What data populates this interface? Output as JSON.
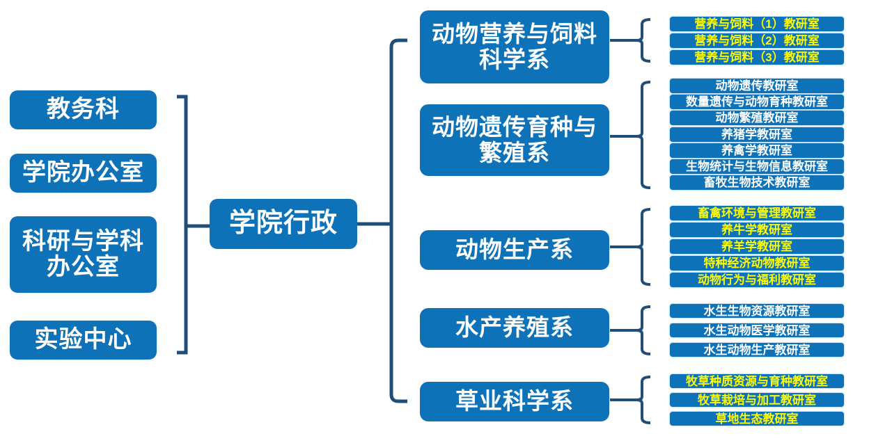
{
  "colors": {
    "box_blue": "#0E72B9",
    "connector_navy": "#1F4E79",
    "office_text_yellow": "#FFFF00",
    "text_white": "#FFFFFF"
  },
  "root": {
    "label": "学院行政"
  },
  "admin_offices": [
    {
      "label": "教务科"
    },
    {
      "label": "学院办公室"
    },
    {
      "label": "科研与学科\n办公室"
    },
    {
      "label": "实验中心"
    }
  ],
  "departments": [
    {
      "label": "动物营养与饲料\n科学系",
      "offices": [
        {
          "label": "营养与饲料（1）教研室",
          "text_color": "yellow"
        },
        {
          "label": "营养与饲料（2）教研室",
          "text_color": "yellow"
        },
        {
          "label": "营养与饲料（3）教研室",
          "text_color": "yellow"
        }
      ]
    },
    {
      "label": "动物遗传育种与\n繁殖系",
      "offices": [
        {
          "label": "动物遗传教研室",
          "text_color": "white"
        },
        {
          "label": "数量遗传与动物育种教研室",
          "text_color": "white"
        },
        {
          "label": "动物繁殖教研室",
          "text_color": "white"
        },
        {
          "label": "养猪学教研室",
          "text_color": "white"
        },
        {
          "label": "养禽学教研室",
          "text_color": "white"
        },
        {
          "label": "生物统计与生物信息教研室",
          "text_color": "white"
        },
        {
          "label": "畜牧生物技术教研室",
          "text_color": "white"
        }
      ]
    },
    {
      "label": "动物生产系",
      "offices": [
        {
          "label": "畜禽环境与管理教研室",
          "text_color": "yellow"
        },
        {
          "label": "养牛学教研室",
          "text_color": "yellow"
        },
        {
          "label": "养羊学教研室",
          "text_color": "yellow"
        },
        {
          "label": "特种经济动物教研室",
          "text_color": "yellow"
        },
        {
          "label": "动物行为与福利教研室",
          "text_color": "yellow"
        }
      ]
    },
    {
      "label": "水产养殖系",
      "offices": [
        {
          "label": "水生生物资源教研室",
          "text_color": "white"
        },
        {
          "label": "水生动物医学教研室",
          "text_color": "white"
        },
        {
          "label": "水生动物生产教研室",
          "text_color": "white"
        }
      ]
    },
    {
      "label": "草业科学系",
      "offices": [
        {
          "label": "牧草种质资源与育种教研室",
          "text_color": "yellow"
        },
        {
          "label": "牧草栽培与加工教研室",
          "text_color": "yellow"
        },
        {
          "label": "草地生态教研室",
          "text_color": "yellow"
        }
      ]
    }
  ]
}
